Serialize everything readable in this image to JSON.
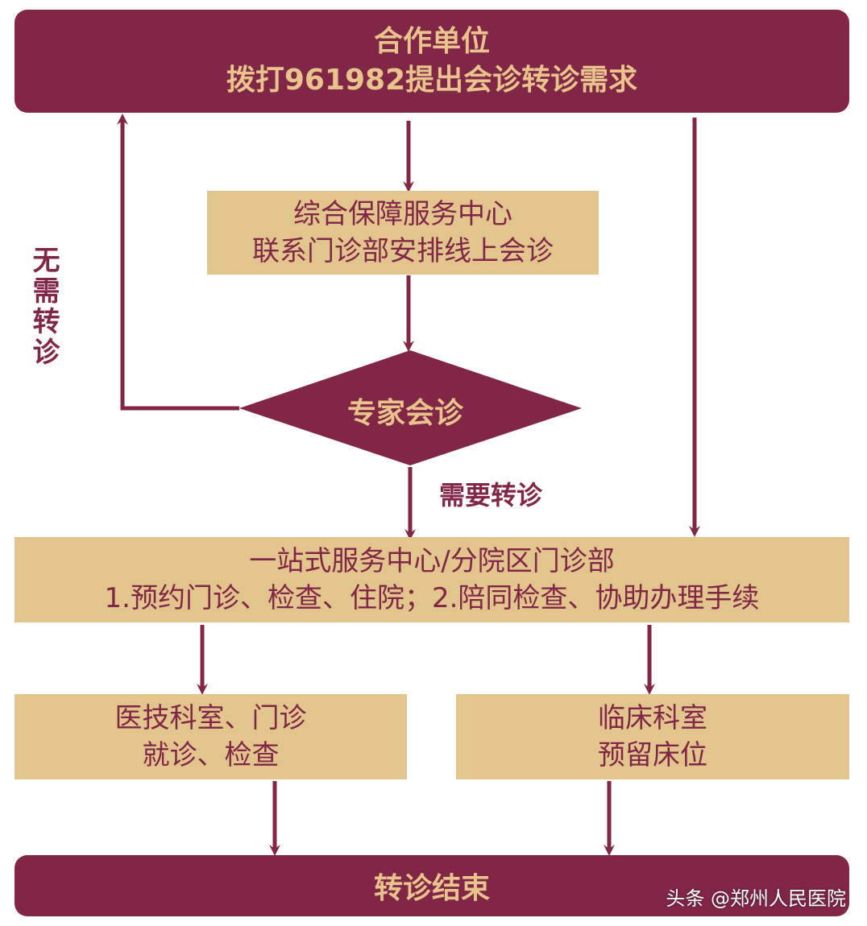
{
  "colors": {
    "maroon": "#812647",
    "tan": "#e2c48d",
    "gold_text": "#e8c48c"
  },
  "top_box": {
    "line1": "合作单位",
    "line2": "拨打961982提出会诊转诊需求"
  },
  "service_center": {
    "line1": "综合保障服务中心",
    "line2": "联系门诊部安排线上会诊"
  },
  "consult": {
    "label": "专家会诊"
  },
  "no_transfer": {
    "label": "无需转诊"
  },
  "need_transfer": {
    "label": "需要转诊"
  },
  "one_stop": {
    "line1": "一站式服务中心/分院区门诊部",
    "line2": "1.预约门诊、检查、住院；2.陪同检查、协助办理手续"
  },
  "medtech": {
    "line1": "医技科室、门诊",
    "line2": "就诊、检查"
  },
  "clinical": {
    "line1": "临床科室",
    "line2": "预留床位"
  },
  "end_box": {
    "label": "转诊结束"
  },
  "watermark": {
    "text": "头条 @郑州人民医院"
  }
}
